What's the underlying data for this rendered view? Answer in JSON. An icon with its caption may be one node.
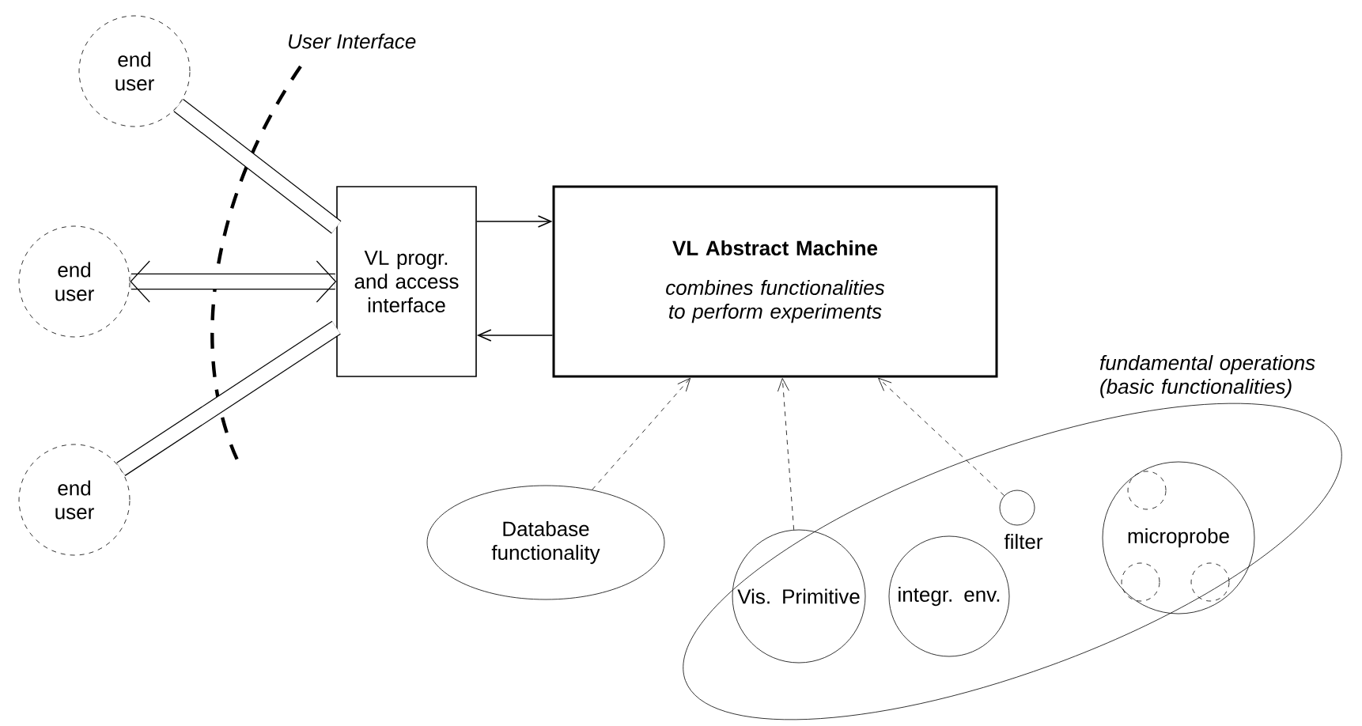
{
  "diagram": {
    "nodes": [
      {
        "text": [
          "end user"
        ]
      },
      {
        "text": [
          "end user"
        ]
      },
      {
        "text": [
          "end user"
        ]
      },
      {
        "text": [
          "VL progr. and access interface"
        ]
      },
      {
        "text": [
          "VL Abstract Machine",
          "combines functionalities to perform experiments"
        ]
      },
      {
        "text": [
          "Database functionality"
        ]
      },
      {
        "text": [
          "fundamental operations (basic functionalities)"
        ]
      },
      {
        "text": [],
        "shape": "circle",
        "in": 6,
        "beside": [
          "filter"
        ]
      },
      {
        "text": [
          "Vis. Primitive"
        ],
        "in": 6
      },
      {
        "text": [
          "integr. env."
        ],
        "in": 6
      },
      {
        "text": [
          "microprobe"
        ],
        "in": 6
      },
      {
        "text": [],
        "shape": "circle",
        "in": 10
      },
      {
        "text": [],
        "shape": "circle",
        "in": 10
      },
      {
        "text": [],
        "shape": "circle",
        "in": 10
      }
    ],
    "edges": [
      {
        "from": 0,
        "to": 3,
        "arrow": "none",
        "style": "thick"
      },
      {
        "from": 1,
        "to": 3,
        "arrow": "both",
        "style": "thick"
      },
      {
        "from": 2,
        "to": 3,
        "arrow": "none",
        "style": "thick"
      },
      {
        "from": 3,
        "to": 4,
        "arrow": "to"
      },
      {
        "from": 4,
        "to": 3,
        "arrow": "to"
      },
      {
        "from": 5,
        "to": 4,
        "arrow": "to",
        "style": "dashed"
      },
      {
        "from": 8,
        "to": 4,
        "arrow": "to",
        "style": "dashed"
      },
      {
        "from": 7,
        "to": 4,
        "arrow": "to",
        "style": "dashed"
      }
    ],
    "labels": [
      "User Interface"
    ]
  }
}
